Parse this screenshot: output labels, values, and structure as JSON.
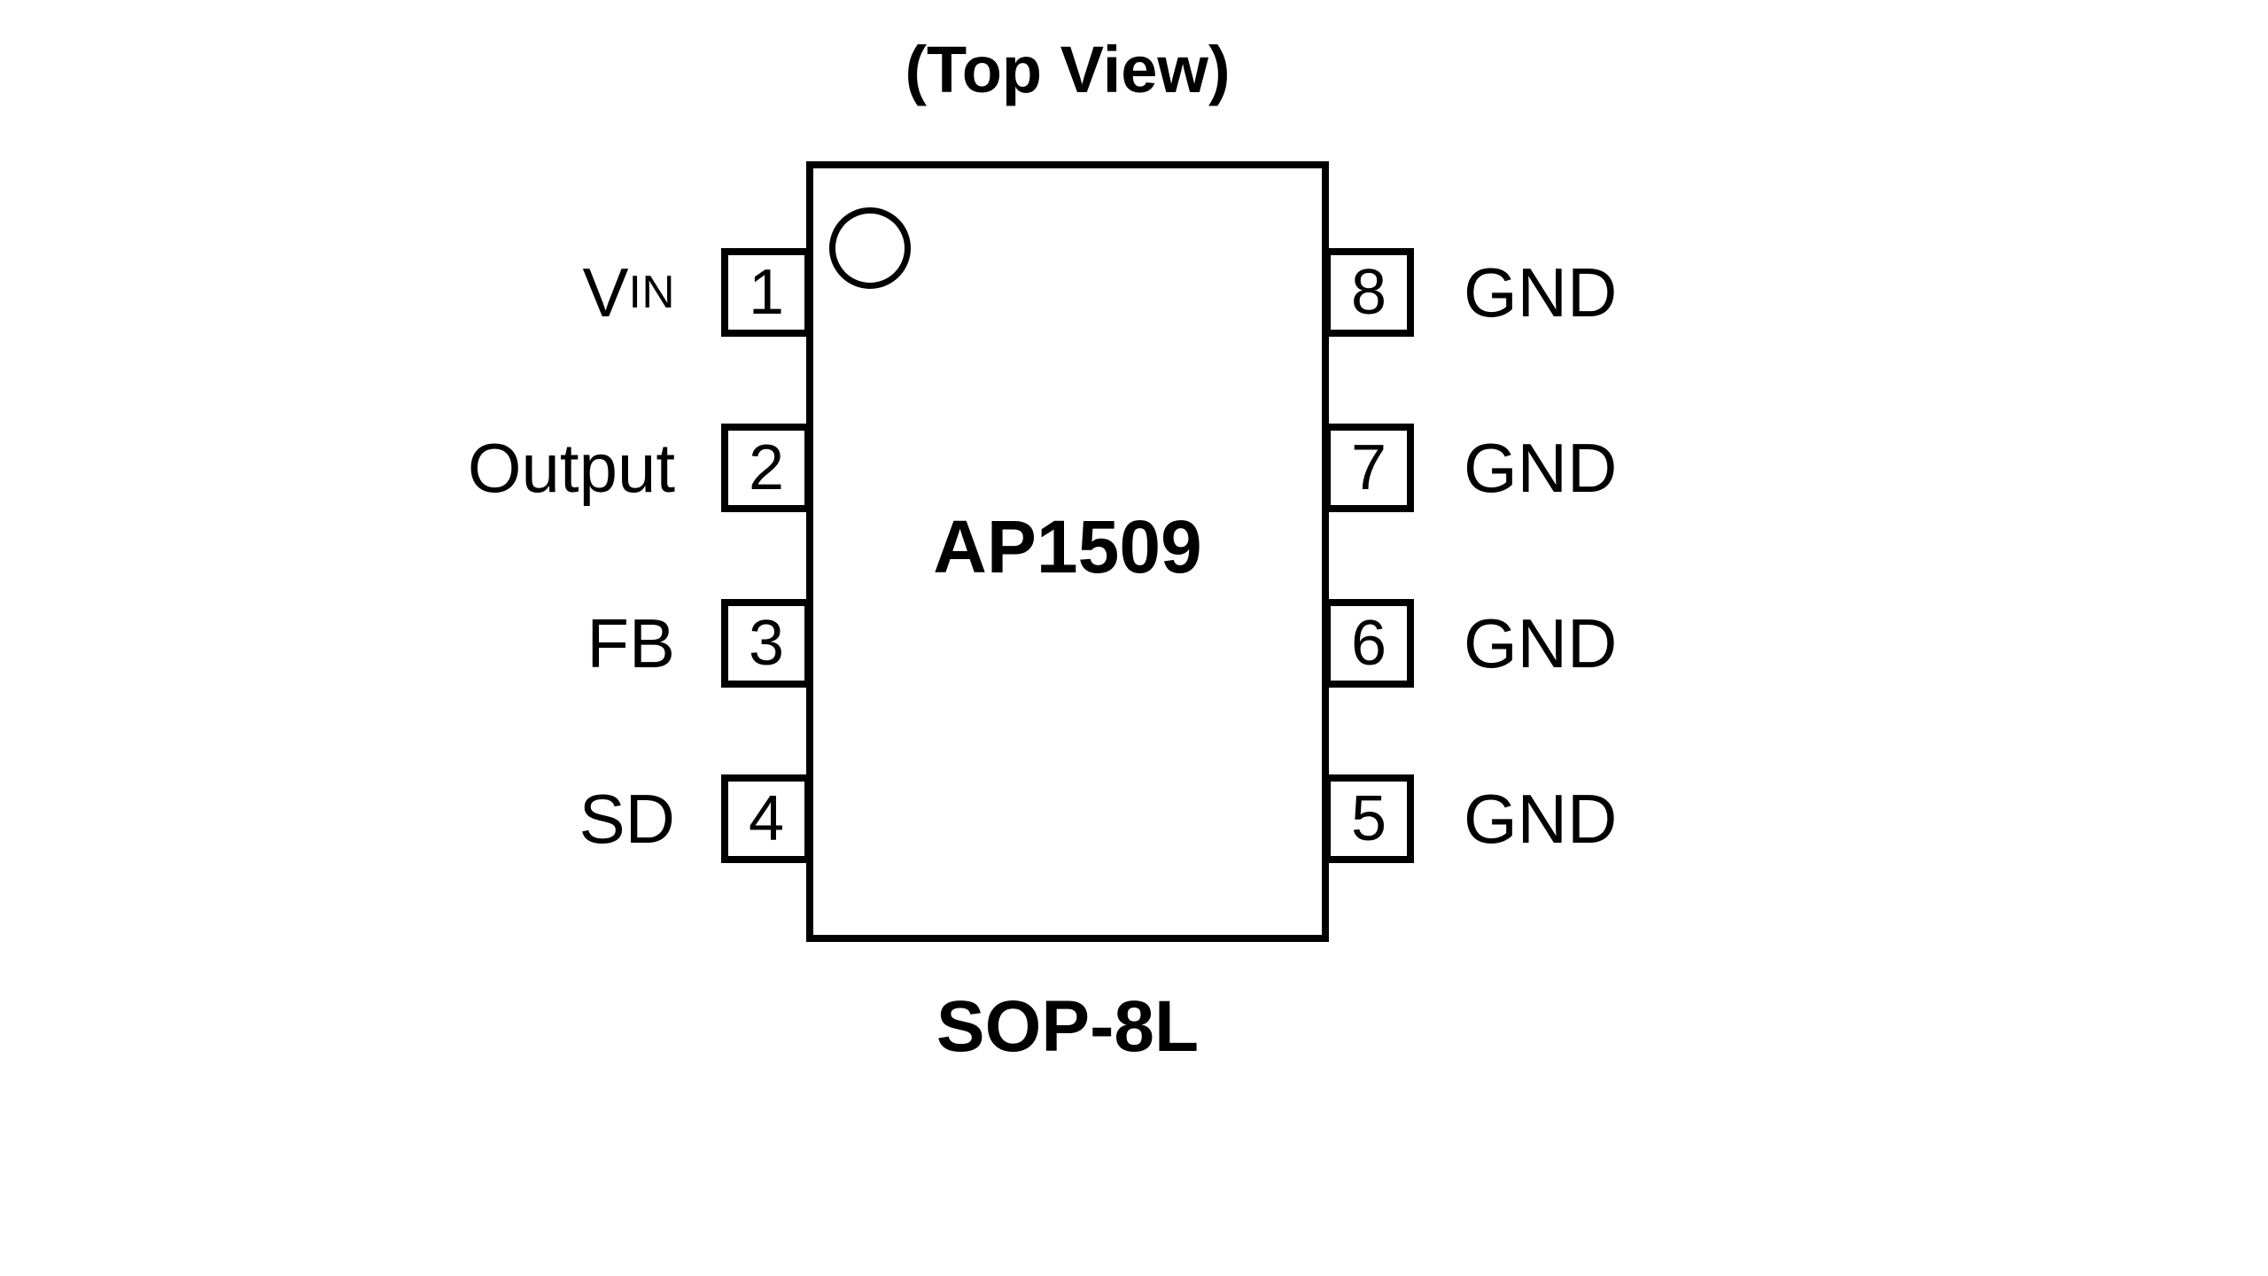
{
  "diagram": {
    "title": "(Top View)",
    "chip_name": "AP1509",
    "package_label": "SOP-8L",
    "pin1_indicator": "circle",
    "colors": {
      "line": "#000000",
      "text": "#000000",
      "background": "#ffffff"
    },
    "pins_left": [
      {
        "number": "1",
        "label": "VIN",
        "label_main": "V",
        "label_sub": "IN"
      },
      {
        "number": "2",
        "label": "Output",
        "label_main": "Output",
        "label_sub": ""
      },
      {
        "number": "3",
        "label": "FB",
        "label_main": "FB",
        "label_sub": ""
      },
      {
        "number": "4",
        "label": "SD",
        "label_main": "SD",
        "label_sub": ""
      }
    ],
    "pins_right": [
      {
        "number": "8",
        "label": "GND"
      },
      {
        "number": "7",
        "label": "GND"
      },
      {
        "number": "6",
        "label": "GND"
      },
      {
        "number": "5",
        "label": "GND"
      }
    ]
  }
}
